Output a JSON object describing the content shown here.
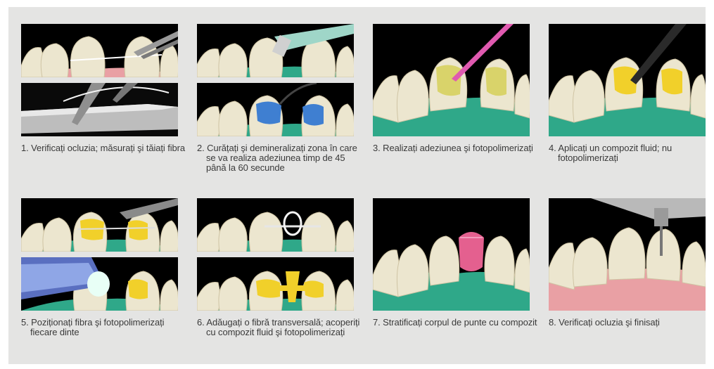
{
  "steps": [
    {
      "caption": "1. Verificați ocluzia; măsurați şi tăiați fibra",
      "image_icons": [
        "teeth-fiber-tweezers-image",
        "fiber-cutting-image"
      ]
    },
    {
      "caption": "2. Curățați şi demineralizați zona în care se va realiza adeziunea timp de 45 până la 60 secunde",
      "image_icons": [
        "etching-syringe-image",
        "etched-teeth-blue-image"
      ]
    },
    {
      "caption": "3. Realizați adeziunea şi fotopolimerizați",
      "image_icons": [
        "adhesive-brush-image"
      ]
    },
    {
      "caption": "4. Aplicați un compozit fluid; nu fotopolimerizați",
      "image_icons": [
        "flowable-composite-image"
      ]
    },
    {
      "caption": "5. Poziționați fibra şi fotopolimerizați fiecare dinte",
      "image_icons": [
        "fiber-placement-image",
        "light-curing-image"
      ]
    },
    {
      "caption": "6. Adăugați o fibră transversală; acoperiți cu compozit fluid şi fotopolimerizați",
      "image_icons": [
        "transverse-fiber-image",
        "fiber-covered-composite-image"
      ]
    },
    {
      "caption": "7. Stratificați corpul de punte cu compozit",
      "image_icons": [
        "pontic-layering-image"
      ]
    },
    {
      "caption": "8. Verificați ocluzia şi finisați",
      "image_icons": [
        "finishing-bur-image"
      ]
    }
  ],
  "colors": {
    "panel": "#e4e4e3",
    "tooth": "#ece6cf",
    "gum_green": "#2fa889",
    "gum_pink": "#e9a0a4",
    "etch_blue": "#3f7fd1",
    "composite_yellow": "#f1d02a",
    "pontic_pink": "#e4608f",
    "caption_text": "#3a3a3a"
  }
}
